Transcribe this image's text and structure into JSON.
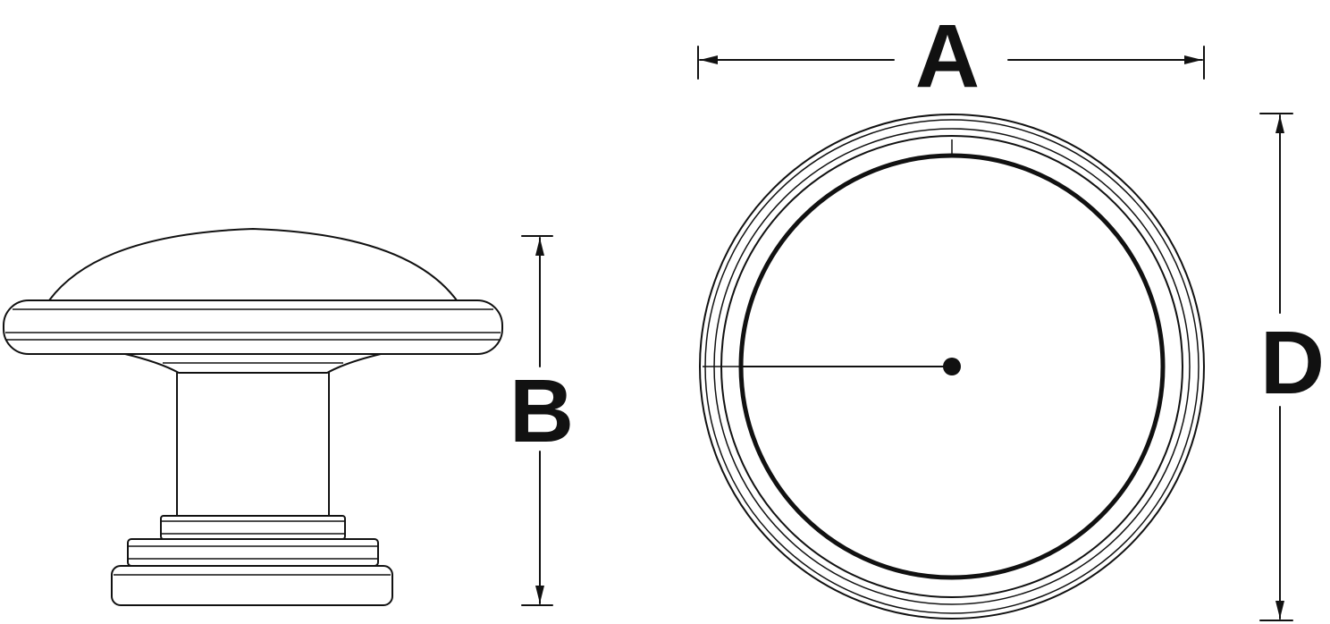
{
  "dimensions": {
    "a": {
      "label": "A"
    },
    "b": {
      "label": "B"
    },
    "d": {
      "label": "D"
    }
  },
  "colors": {
    "line": "#111111",
    "background": "#ffffff"
  }
}
